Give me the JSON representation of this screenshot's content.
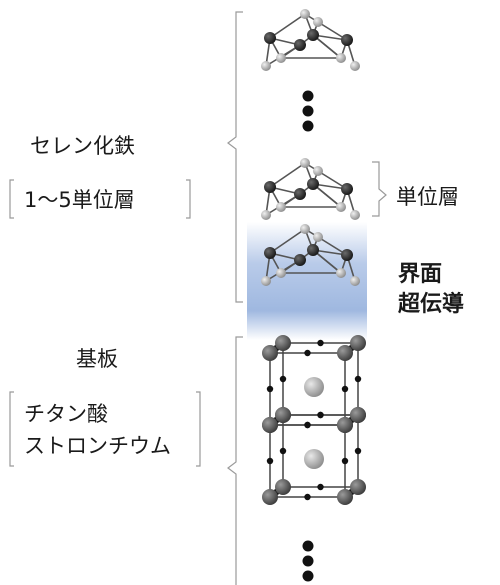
{
  "labels": {
    "fese_title": "セレン化鉄",
    "fese_layers": "1～5単位層",
    "unit_layer": "単位層",
    "interface_line1": "界面",
    "interface_line2": "超伝導",
    "substrate_title": "基板",
    "substrate_line1": "チタン酸",
    "substrate_line2": "ストロンチウム"
  },
  "colors": {
    "interface_band": "#9fb8e0",
    "atom_dark": "#202020",
    "atom_light": "#b0b0b0",
    "bracket": "#9a9a9a"
  }
}
